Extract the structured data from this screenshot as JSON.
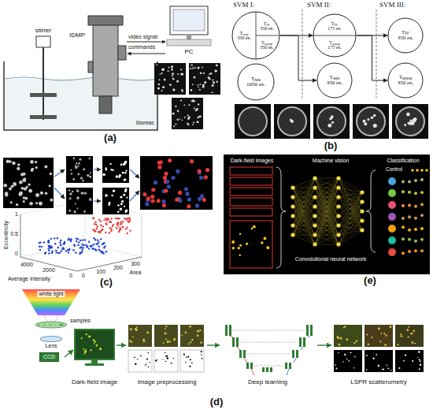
{
  "diagram": {
    "nodes": [
      {
        "text": [
          "TIV 350 ex.",
          "Tsepi 350 ex.",
          "Tsepop 350 ex."
        ]
      },
      {
        "text": [
          "Tneu 1050 ex."
        ]
      },
      {
        "text": [
          "TIV 175 ex.",
          "Tsepop 175 ex."
        ]
      },
      {
        "text": [
          "Tsepi 350 ex."
        ]
      },
      {
        "text": [
          "TIV 350 ex."
        ]
      },
      {
        "text": [
          "Tsepop 350 ex."
        ]
      },
      {
        "text": [
          "CCD"
        ]
      }
    ],
    "edges": [
      {
        "from": 0,
        "to": 2,
        "arrow": "to"
      },
      {
        "from": 0,
        "to": 3,
        "arrow": "to"
      },
      {
        "from": 2,
        "to": 4,
        "arrow": "to"
      },
      {
        "from": 2,
        "to": 5,
        "arrow": "to"
      }
    ],
    "labels": [
      "stirrer",
      "IDMP",
      "video signal",
      "commands",
      "PC",
      "bioreac",
      "(a)",
      "SVM I:",
      "SVM II:",
      "SVM III:",
      "(b)",
      "Eccentricity",
      "1",
      "0.5",
      "0",
      "4000",
      "2000",
      "0",
      "0",
      "100",
      "200",
      "300",
      "Average Intensity",
      "Area",
      "(c)",
      "Dark-field images",
      "Machine vision",
      "Classification",
      "Convolutional neural network",
      "Control",
      "(e)",
      "white light",
      "samples",
      "Lens",
      "Dark-field image",
      "Image preprocessing",
      "Deep learning",
      "LSPR scatterometry",
      "(d)"
    ]
  }
}
